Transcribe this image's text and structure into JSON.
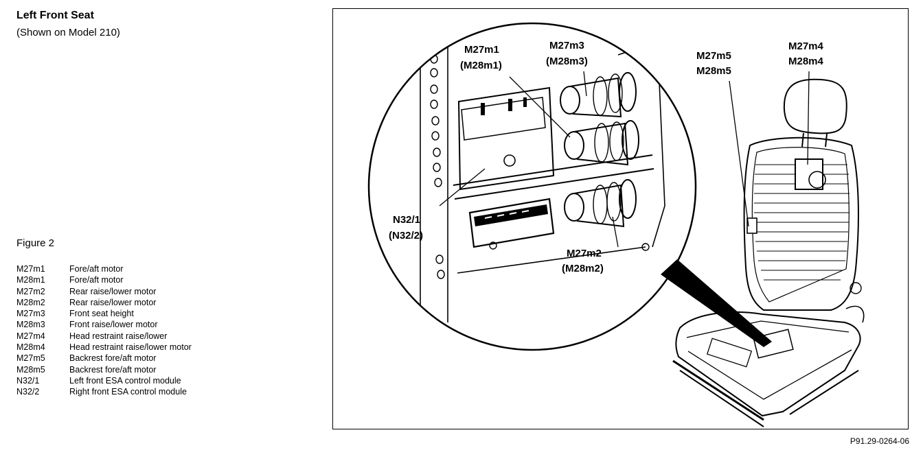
{
  "header": {
    "title": "Left Front Seat",
    "subtitle": "(Shown on Model 210)"
  },
  "figure": {
    "label": "Figure 2",
    "reference": "P91.29-0264-06"
  },
  "legend": [
    {
      "code": "M27m1",
      "desc": "Fore/aft motor"
    },
    {
      "code": "M28m1",
      "desc": "Fore/aft motor"
    },
    {
      "code": "M27m2",
      "desc": "Rear raise/lower motor"
    },
    {
      "code": "M28m2",
      "desc": "Rear raise/lower motor"
    },
    {
      "code": "M27m3",
      "desc": "Front seat height"
    },
    {
      "code": "M28m3",
      "desc": "Front raise/lower motor"
    },
    {
      "code": "M27m4",
      "desc": "Head restraint raise/lower"
    },
    {
      "code": "M28m4",
      "desc": "Head restraint raise/lower motor"
    },
    {
      "code": "M27m5",
      "desc": "Backrest fore/aft motor"
    },
    {
      "code": "M28m5",
      "desc": "Backrest fore/aft motor"
    },
    {
      "code": "N32/1",
      "desc": "Left front ESA control module"
    },
    {
      "code": "N32/2",
      "desc": "Right front ESA control module"
    }
  ],
  "callouts": {
    "m1_a": "M27m1",
    "m1_b": "(M28m1)",
    "m3_a": "M27m3",
    "m3_b": "(M28m3)",
    "m2_a": "M27m2",
    "m2_b": "(M28m2)",
    "n32_a": "N32/1",
    "n32_b": "(N32/2)",
    "m5_a": "M27m5",
    "m5_b": "M28m5",
    "m4_a": "M27m4",
    "m4_b": "M28m4"
  }
}
